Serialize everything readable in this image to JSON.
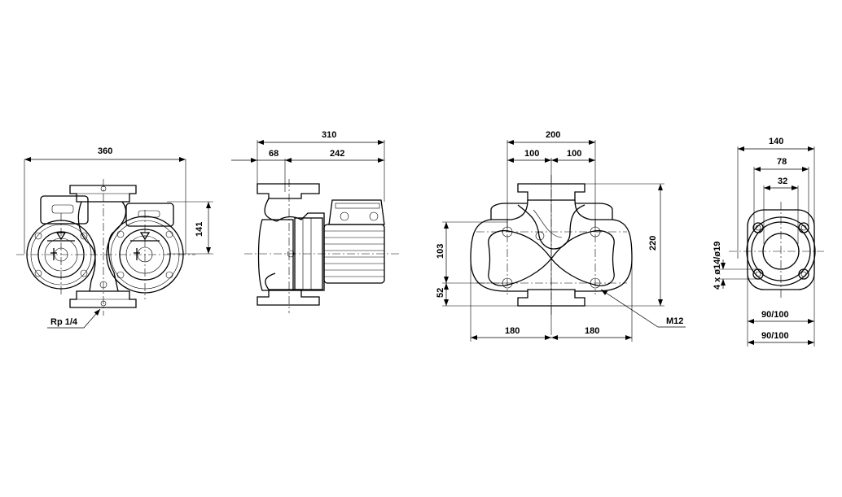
{
  "views": {
    "front": {
      "width_label": "360",
      "height_label": "141",
      "port_label": "Rp 1/4"
    },
    "side": {
      "total_label": "310",
      "left_label": "68",
      "right_label": "242"
    },
    "top": {
      "width_label": "200",
      "left_half_label": "100",
      "right_half_label": "100",
      "height_label": "220",
      "upper_label": "103",
      "lower_label": "52",
      "bottom_left_label": "180",
      "bottom_right_label": "180",
      "thread_label": "M12"
    },
    "flange": {
      "outer_label": "140",
      "bolt_label": "78",
      "bore_label": "32",
      "holes_label": "4 x ø14/ø19",
      "diam1_label": "90/100",
      "diam2_label": "90/100"
    }
  }
}
